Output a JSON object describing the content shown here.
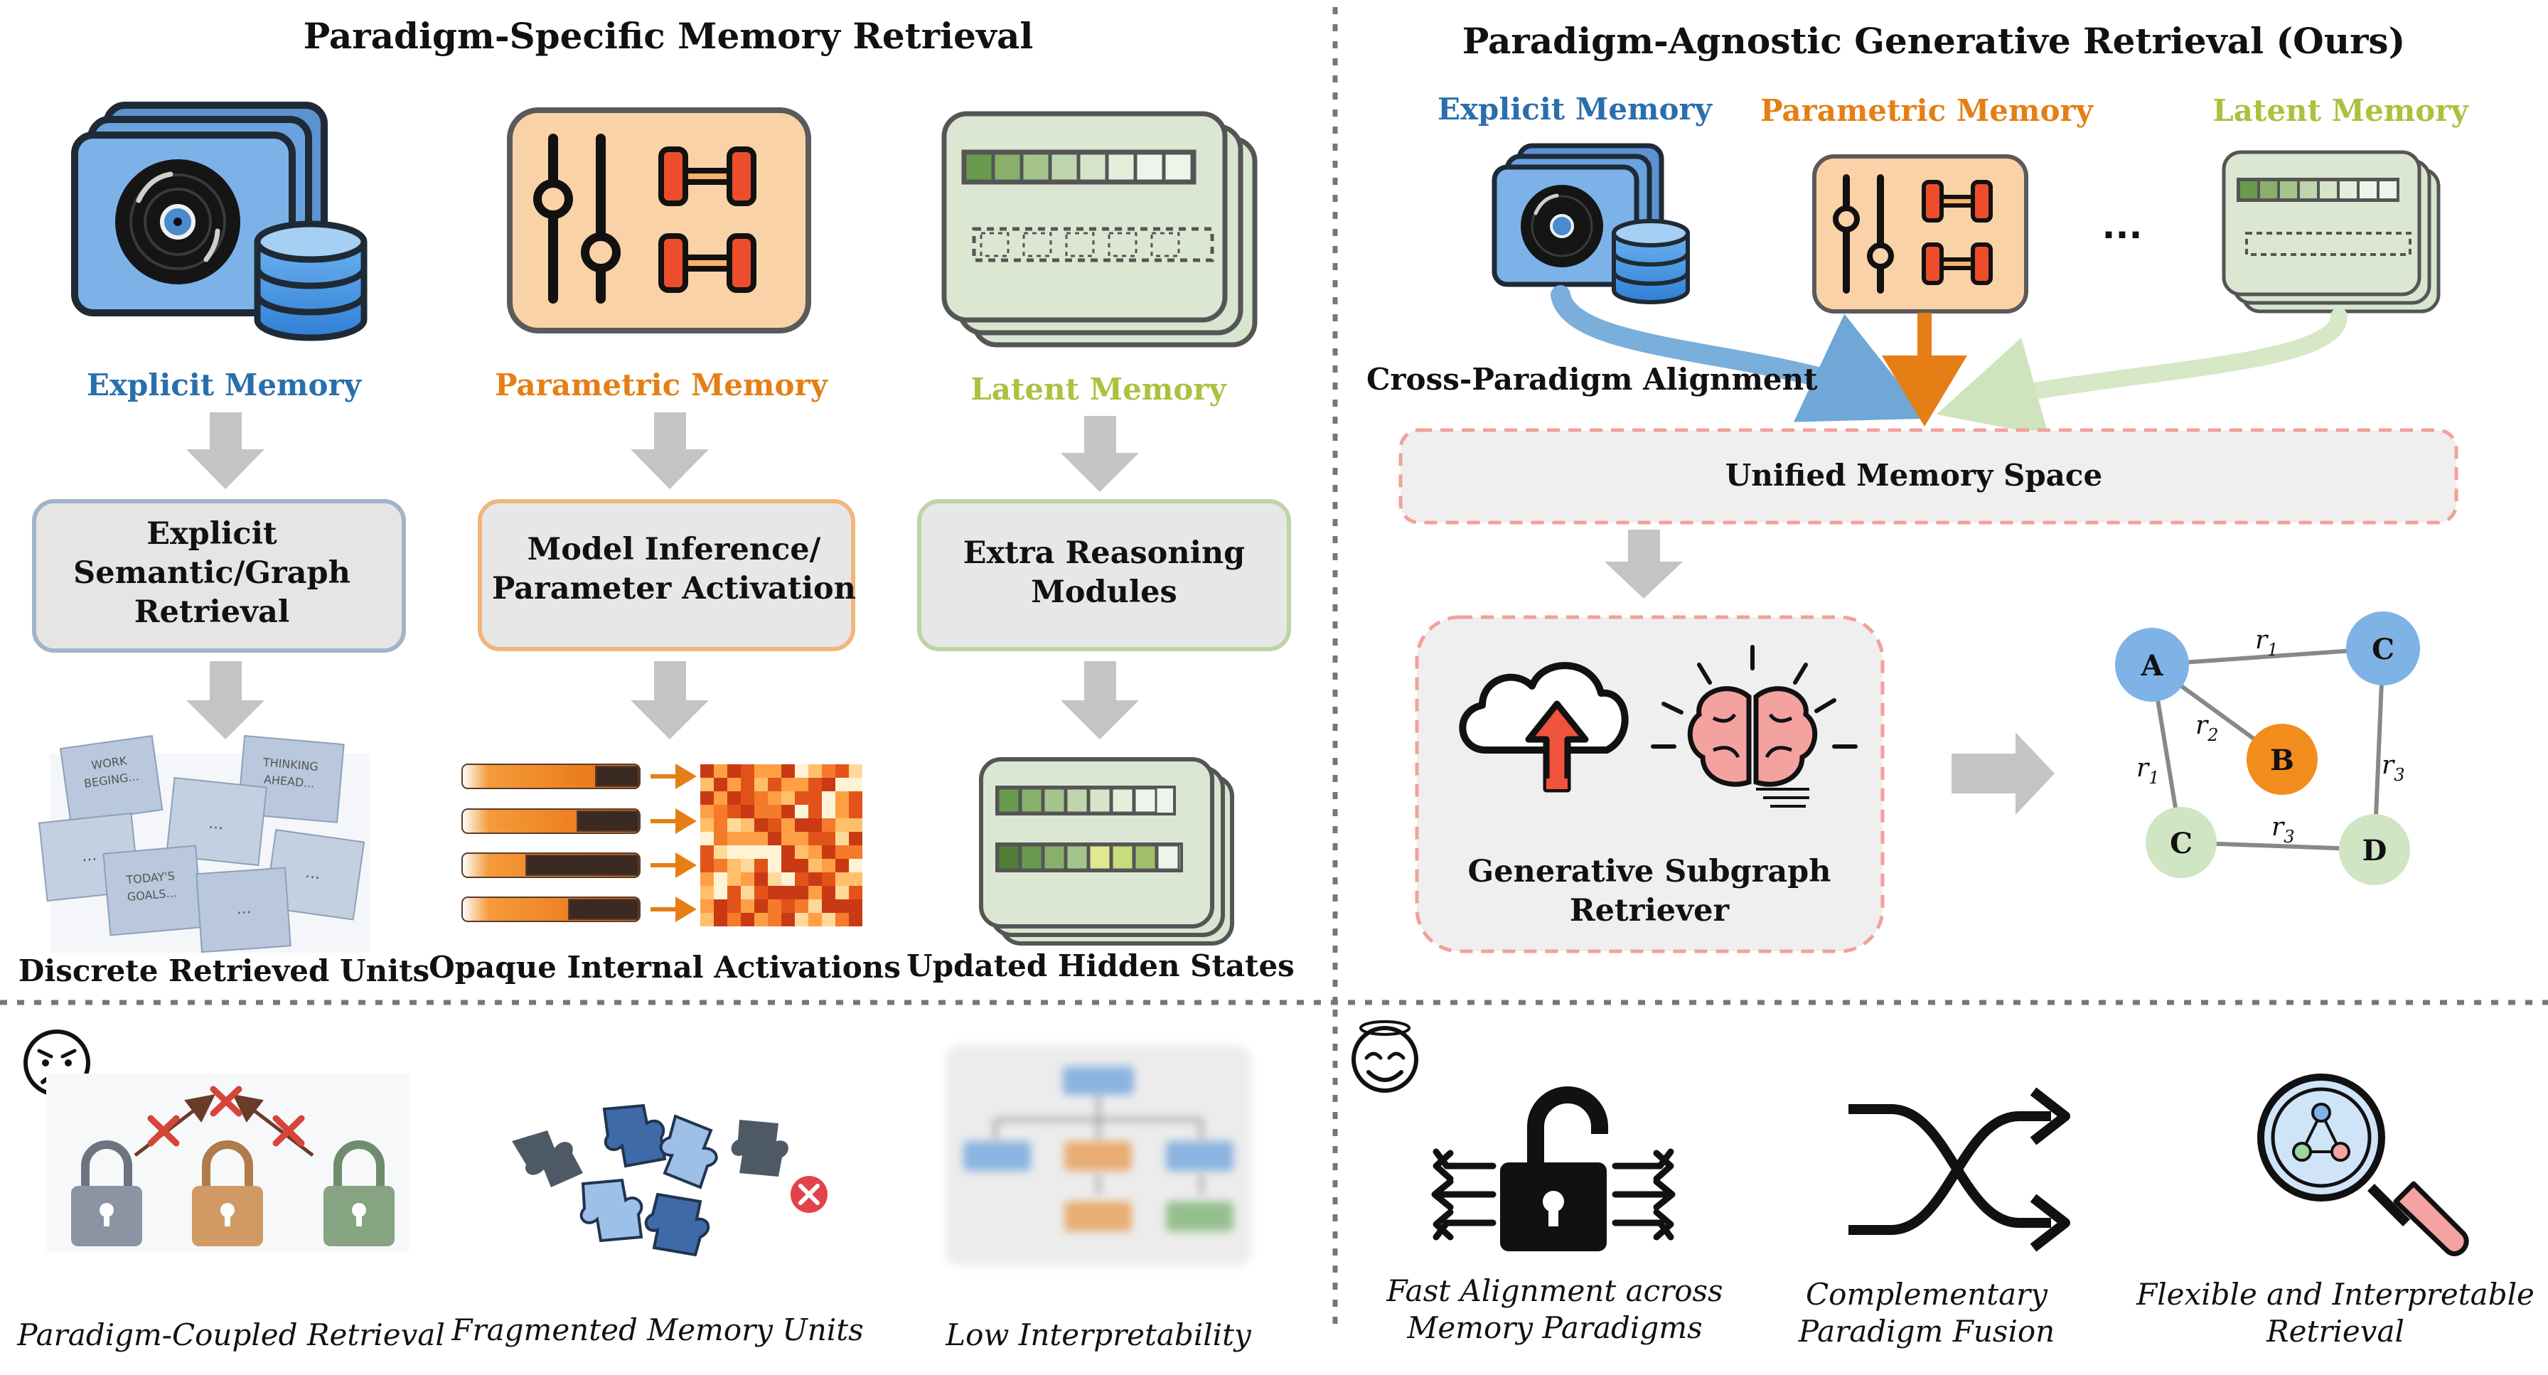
{
  "sections": {
    "left_title": "Paradigm-Specific Memory Retrieval",
    "right_title": "Paradigm-Agnostic Generative Retrieval (Ours)"
  },
  "colors": {
    "explicit": "#2a6fad",
    "parametric": "#e57f15",
    "latent": "#a9c23f",
    "node_blue": "#7fb2e5",
    "node_orange": "#f28c1d",
    "node_green": "#cfe5c3"
  },
  "left": {
    "columns": [
      {
        "label": "Explicit Memory",
        "box": [
          "Explicit",
          "Semantic/Graph",
          "Retrieval"
        ],
        "output": "Discrete Retrieved Units",
        "icon": "vinyl-database-icon"
      },
      {
        "label": "Parametric Memory",
        "box": [
          "Model Inference/",
          "Parameter Activation"
        ],
        "output": "Opaque Internal Activations",
        "icon": "sliders-dumbbell-icon"
      },
      {
        "label": "Latent Memory",
        "box": [
          "Extra Reasoning",
          "Modules"
        ],
        "output": "Updated Hidden States",
        "icon": "hidden-state-cards-icon"
      }
    ],
    "notes": [
      {
        "lines": [
          "WORK",
          "BEGING..."
        ]
      },
      {
        "lines": [
          "THINKING",
          "AHEAD..."
        ]
      },
      {
        "lines": [
          "..."
        ]
      },
      {
        "lines": [
          "TODAY'S",
          "GOALS..."
        ]
      },
      {
        "lines": [
          "..."
        ]
      },
      {
        "lines": [
          "..."
        ]
      },
      {
        "lines": [
          "..."
        ]
      }
    ]
  },
  "right": {
    "memory_labels": [
      "Explicit Memory",
      "Parametric Memory",
      "Latent Memory"
    ],
    "ellipsis": "...",
    "alignment_label": "Cross-Paradigm Alignment",
    "unified_label": "Unified Memory Space",
    "retriever": [
      "Generative Subgraph",
      "Retriever"
    ],
    "graph": {
      "nodes": [
        "A",
        "C",
        "B",
        "C",
        "D"
      ],
      "edges": [
        {
          "base": "r",
          "sub": "1"
        },
        {
          "base": "r",
          "sub": "2"
        },
        {
          "base": "r",
          "sub": "1"
        },
        {
          "base": "r",
          "sub": "3"
        },
        {
          "base": "r",
          "sub": "3"
        }
      ]
    }
  },
  "bottom": {
    "left_items": [
      {
        "caption": [
          "Paradigm-Coupled Retrieval"
        ],
        "icon": "coupled-locks-icon"
      },
      {
        "caption": [
          "Fragmented Memory Units"
        ],
        "icon": "puzzle-pieces-icon"
      },
      {
        "caption": [
          "Low Interpretability"
        ],
        "icon": "blurred-flowchart-icon"
      }
    ],
    "right_items": [
      {
        "caption": [
          "Fast Alignment across",
          "Memory Paradigms"
        ],
        "icon": "unlock-arrows-icon"
      },
      {
        "caption": [
          "Complementary",
          "Paradigm Fusion"
        ],
        "icon": "shuffle-icon"
      },
      {
        "caption": [
          "Flexible and Interpretable",
          "Retrieval"
        ],
        "icon": "magnifier-graph-icon"
      }
    ]
  }
}
